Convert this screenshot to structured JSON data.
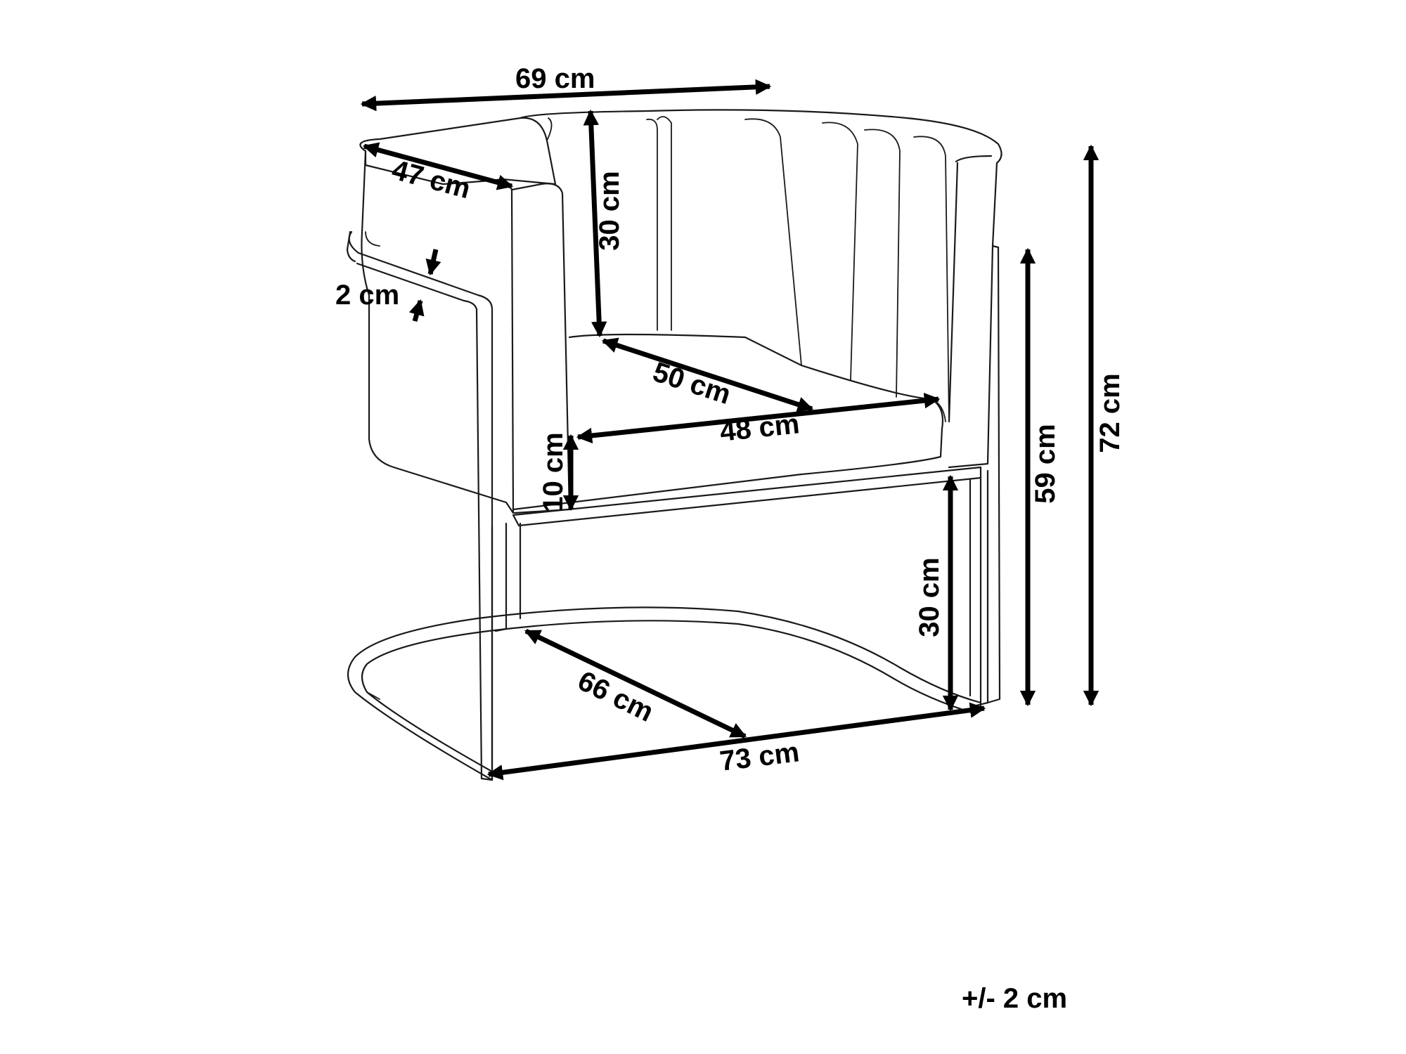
{
  "dimensions": {
    "top_width": "69 cm",
    "arm_depth": "47 cm",
    "back_height": "30 cm",
    "frame_thickness": "2 cm",
    "seat_depth": "50 cm",
    "seat_width": "48 cm",
    "cushion_height": "10 cm",
    "seat_to_floor": "30 cm",
    "arm_height": "59 cm",
    "total_height": "72 cm",
    "base_depth": "66 cm",
    "base_width": "73 cm"
  },
  "tolerance": "+/- 2 cm",
  "colors": {
    "line": "#1a1a1a",
    "arrow": "#000000",
    "background": "#ffffff"
  }
}
